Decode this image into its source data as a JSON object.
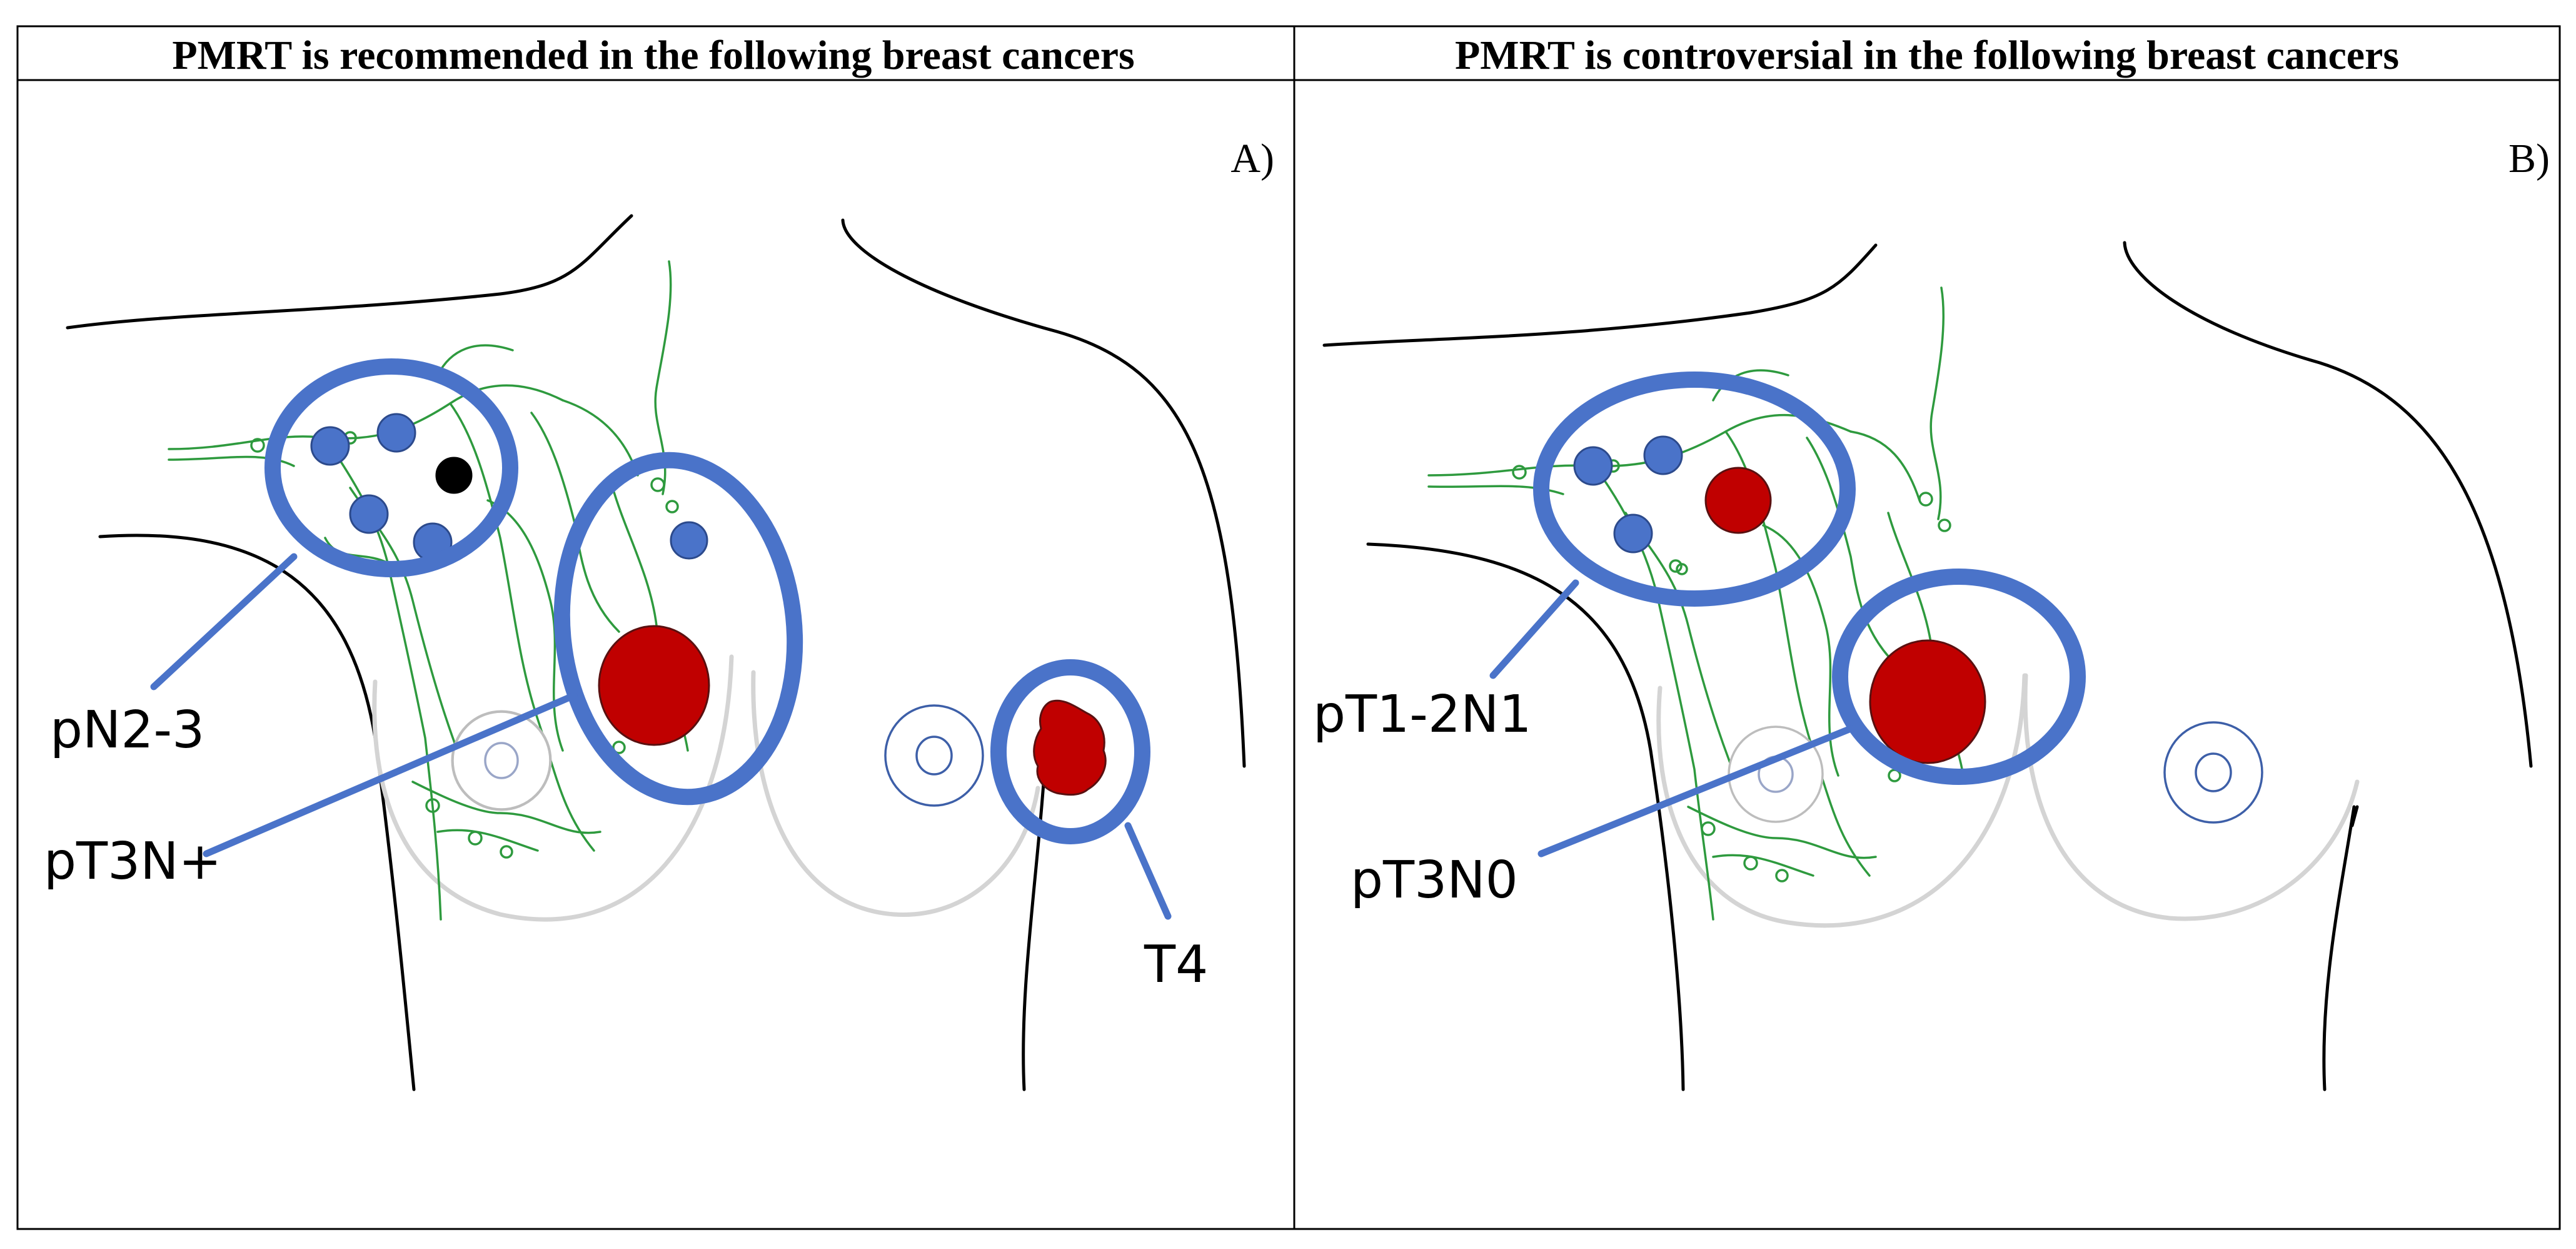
{
  "panels": [
    {
      "header": "PMRT is recommended in the following breast cancers",
      "letter": "A)",
      "labels": {
        "regional_nodes": "pN2-3",
        "large_tumor_node_positive": "pT3N+",
        "locally_advanced": "T4"
      }
    },
    {
      "header": "PMRT is controversial in the following breast cancers",
      "letter": "B)",
      "labels": {
        "limited_nodes": "pT1-2N1",
        "large_tumor_node_negative": "pT3N0"
      }
    }
  ],
  "colors": {
    "callout_blue": "#4a73c9",
    "node_blue": "#4a73c9",
    "tumor_red": "#c00000",
    "metastatic_node": "#000000",
    "lymphatics_green": "#2e9a3e",
    "breast_outline": "#d4d4d4"
  }
}
